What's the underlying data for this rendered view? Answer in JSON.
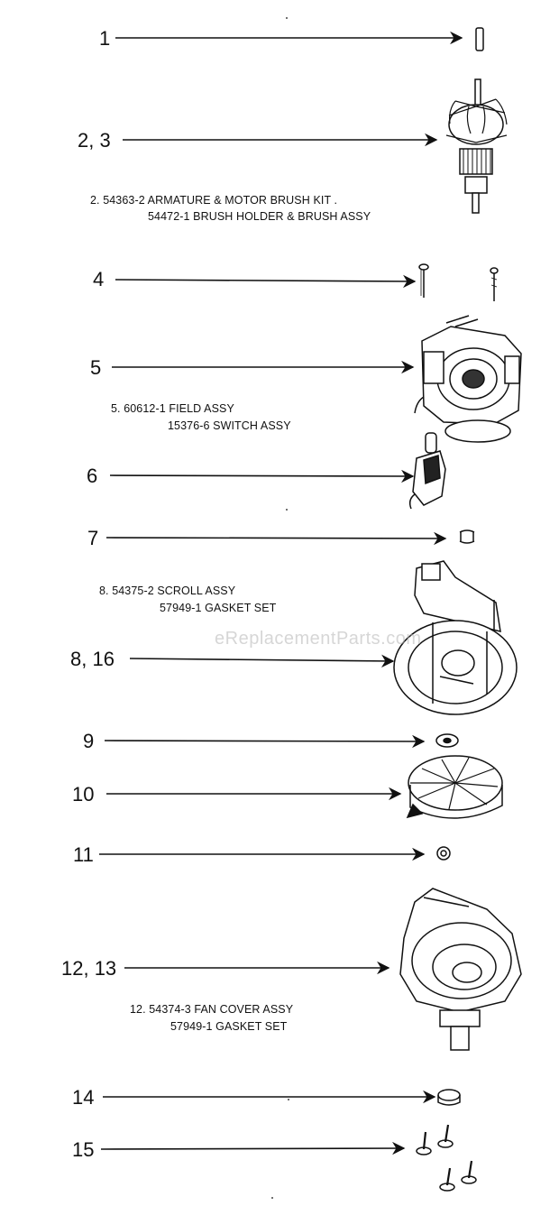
{
  "callouts": [
    {
      "id": "1",
      "label": "1"
    },
    {
      "id": "2",
      "label": "2, 3"
    },
    {
      "id": "4",
      "label": "4"
    },
    {
      "id": "5",
      "label": "5"
    },
    {
      "id": "6",
      "label": "6"
    },
    {
      "id": "7",
      "label": "7"
    },
    {
      "id": "8",
      "label": "8, 16"
    },
    {
      "id": "9",
      "label": "9"
    },
    {
      "id": "10",
      "label": "10"
    },
    {
      "id": "11",
      "label": "11"
    },
    {
      "id": "12",
      "label": "12, 13"
    },
    {
      "id": "14",
      "label": "14"
    },
    {
      "id": "15",
      "label": "15"
    }
  ],
  "captions": {
    "armature": [
      "2. 54363-2 ARMATURE & MOTOR BRUSH KIT .",
      "54472-1 BRUSH HOLDER & BRUSH ASSY"
    ],
    "field": [
      "5. 60612-1 FIELD ASSY",
      "15376-6 SWITCH ASSY"
    ],
    "scroll": [
      "8. 54375-2 SCROLL ASSY",
      "57949-1 GASKET SET"
    ],
    "fan_cover": [
      "12. 54374-3 FAN COVER ASSY",
      "57949-1 GASKET SET"
    ]
  },
  "watermark": "eReplacementParts.com",
  "colors": {
    "ink": "#111111",
    "watermark": "#b4b4b4"
  }
}
